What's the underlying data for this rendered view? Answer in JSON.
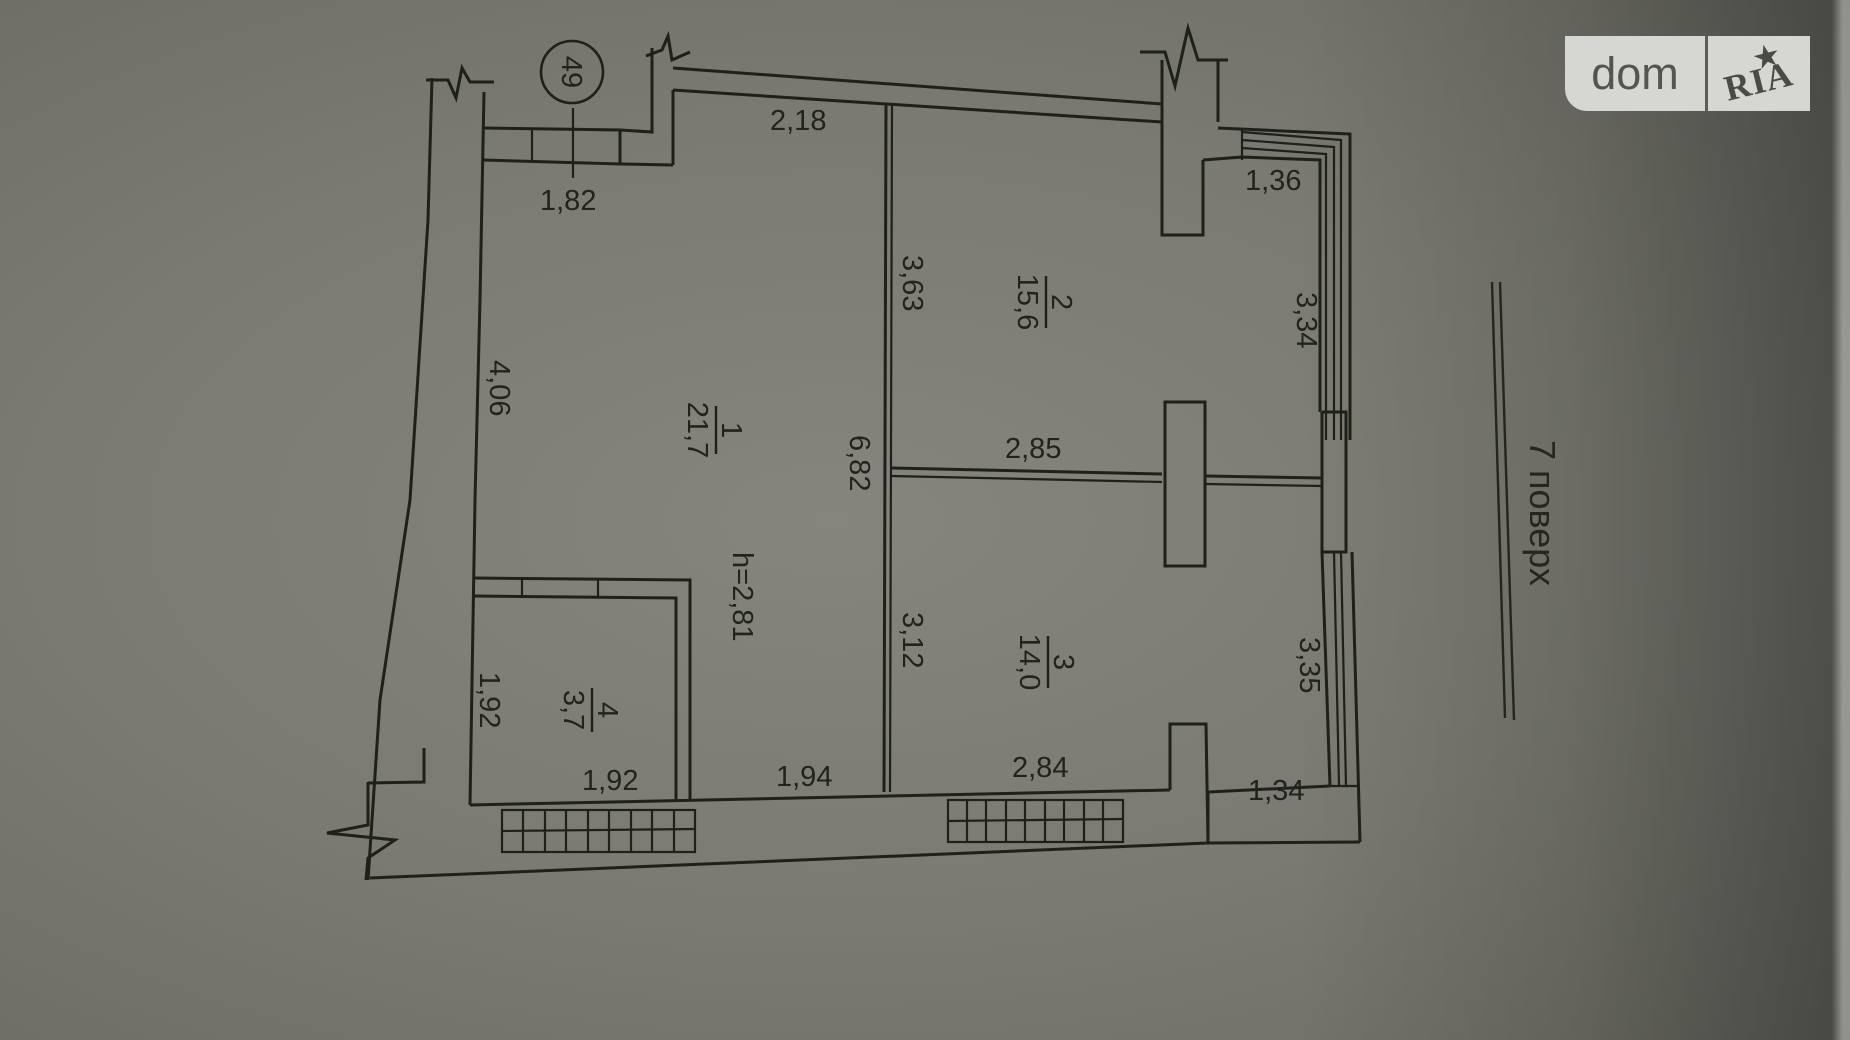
{
  "watermark": {
    "left_text": "dom",
    "right_text": "RIA",
    "star_glyph": "★",
    "bg_color": "#d6d6d3",
    "text_color": "#55554f"
  },
  "plan": {
    "axis_marker": "49",
    "ceiling_height": "h=2,81",
    "floor_label": "7 поверх",
    "rooms": [
      {
        "number": "1",
        "area": "21,7"
      },
      {
        "number": "2",
        "area": "15,6"
      },
      {
        "number": "3",
        "area": "14,0"
      },
      {
        "number": "4",
        "area": "3,7"
      }
    ],
    "dimensions": {
      "top_left_notch": "1,82",
      "top_room1": "2,18",
      "left_room1": "4,06",
      "room1_height": "6,82",
      "room2_left": "3,63",
      "room2_width": "2,85",
      "room2_right": "3,34",
      "room2_top_right": "1,36",
      "room3_left": "3,12",
      "room3_right": "3,35",
      "room3_bottom": "2,84",
      "bottom_right": "1,34",
      "room4_side": "1,92",
      "room4_bottom": "1,92",
      "room1_bottom": "1,94"
    },
    "colors": {
      "background": "#7a7a72",
      "line": "#1f1f1c"
    }
  }
}
